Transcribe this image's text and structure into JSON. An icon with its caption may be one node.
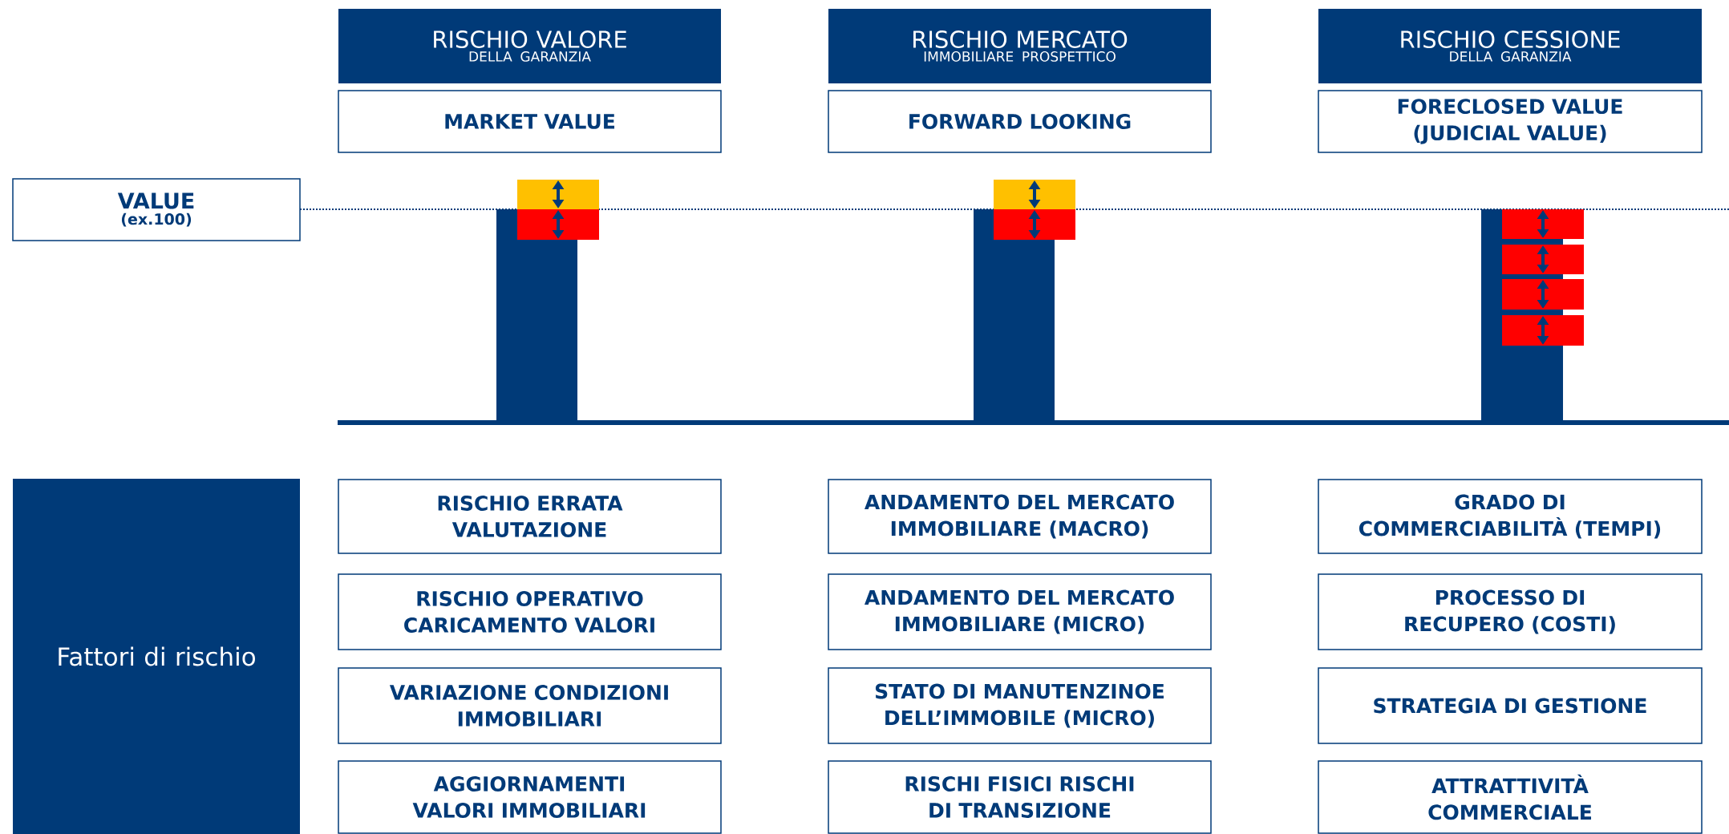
{
  "diagram": {
    "nodes": [
      {
        "text": [
          "RISCHIO VALORE",
          "DELLA GARANZIA"
        ]
      },
      {
        "text": [
          "RISCHIO MERCATO",
          "IMMOBILIARE PROSPETTICO"
        ]
      },
      {
        "text": [
          "RISCHIO CESSIONE",
          "DELLA GARANZIA"
        ]
      },
      {
        "text": [
          "MARKET VALUE"
        ]
      },
      {
        "text": [
          "FORWARD LOOKING"
        ]
      },
      {
        "text": [
          "FORECLOSED VALUE (JUDICIAL VALUE)"
        ]
      },
      {
        "text": [
          "VALUE",
          "(ex.100)"
        ]
      },
      {
        "text": [
          "Fattori di rischio"
        ]
      },
      {
        "text": [
          "RISCHIO ERRATA VALUTAZIONE"
        ]
      },
      {
        "text": [
          "ANDAMENTO DEL MERCATO IMMOBILIARE (MACRO)"
        ]
      },
      {
        "text": [
          "GRADO DI COMMERCIABILITÀ (TEMPI)"
        ]
      },
      {
        "text": [
          "RISCHIO OPERATIVO CARICAMENTO VALORI"
        ]
      },
      {
        "text": [
          "ANDAMENTO DEL MERCATO IMMOBILIARE (MICRO)"
        ]
      },
      {
        "text": [
          "PROCESSO DI RECUPERO (COSTI)"
        ]
      },
      {
        "text": [
          "VARIAZIONE CONDIZIONI IMMOBILIARI"
        ]
      },
      {
        "text": [
          "STATO DI MANUTENZINOE DELL’IMMOBILE (MICRO)"
        ]
      },
      {
        "text": [
          "STRATEGIA DI GESTIONE"
        ]
      },
      {
        "text": [
          "AGGIORNAMENTI VALORI IMMOBILIARI"
        ]
      },
      {
        "text": [
          "RISCHI FISICI RISCHI DI TRANSIZIONE"
        ]
      },
      {
        "text": [
          "ATTRATTIVITÀ COMMERCIALE"
        ]
      }
    ]
  }
}
